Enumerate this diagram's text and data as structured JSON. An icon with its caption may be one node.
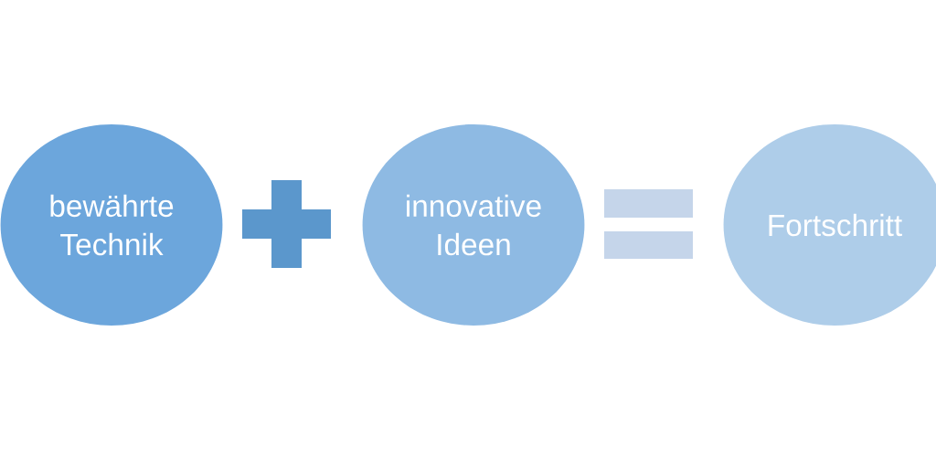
{
  "diagram": {
    "nodes": [
      {
        "text": [
          "bewährte Technik"
        ]
      },
      {
        "text": [
          "innovative Ideen"
        ]
      },
      {
        "text": [
          "Fortschritt"
        ]
      }
    ]
  }
}
